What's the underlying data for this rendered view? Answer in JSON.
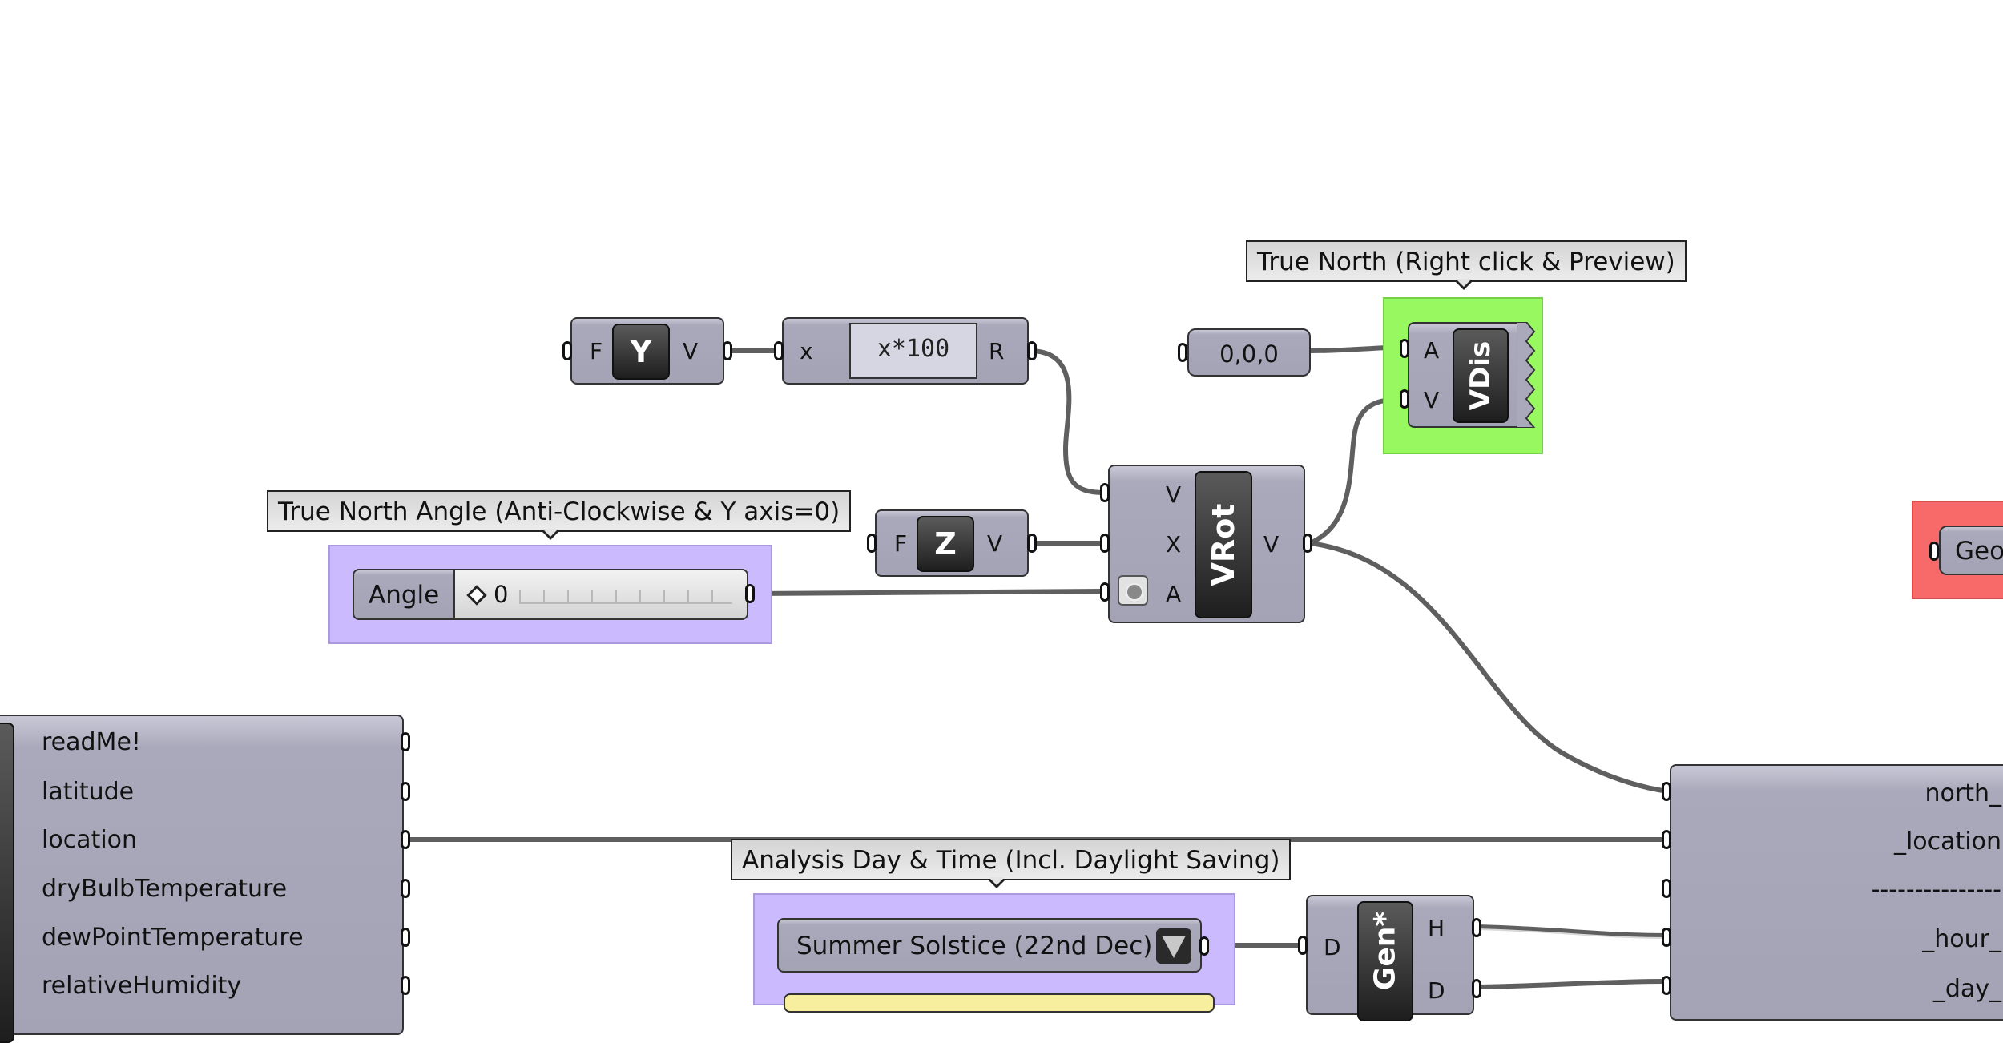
{
  "tooltips": {
    "true_north_preview": "True North (Right click &  Preview)",
    "true_north_angle": "True North Angle (Anti-Clockwise & Y axis=0)",
    "analysis_day": "Analysis Day & Time (Incl. Daylight Saving)"
  },
  "unit_y": {
    "in": "F",
    "icon": "Y",
    "out": "V"
  },
  "expression": {
    "in": "x",
    "expr": "x*100",
    "out": "R"
  },
  "unit_z": {
    "in": "F",
    "icon": "Z",
    "out": "V"
  },
  "point_param": {
    "value": "0,0,0"
  },
  "vector_display": {
    "in_a": "A",
    "in_v": "V",
    "name": "VDis"
  },
  "vector_rotate": {
    "in_v": "V",
    "in_x": "X",
    "in_a": "A",
    "name": "VRot",
    "out": "V"
  },
  "angle_slider": {
    "label": "Angle",
    "value": "0"
  },
  "geometry_partial": {
    "label": "Geon"
  },
  "epw_outputs": [
    "readMe!",
    "latitude",
    "location",
    "dryBulbTemperature",
    "dewPointTemperature",
    "relativeHumidity"
  ],
  "day_dropdown": {
    "value": "Summer Solstice (22nd Dec)"
  },
  "date_gen": {
    "in": "D",
    "name": "Gen*",
    "out_h": "H",
    "out_d": "D"
  },
  "sun_inputs": [
    "north_",
    "_location",
    "---------------",
    "_hour_",
    "_day_"
  ],
  "colors": {
    "group_purple": "#ccbaff",
    "group_green": "#98f85f",
    "group_red": "#f86a6a",
    "component": "#a9a9bb",
    "wire": "#5f5f5f"
  }
}
